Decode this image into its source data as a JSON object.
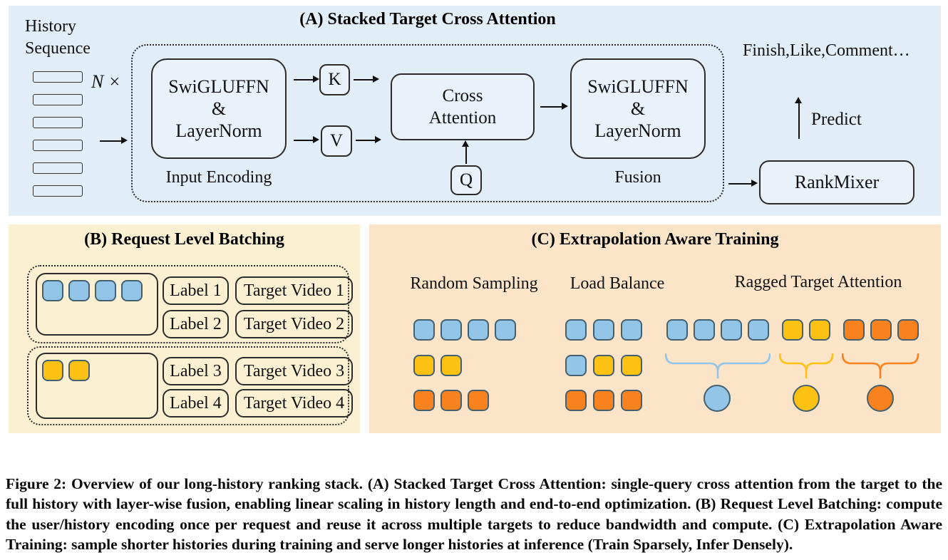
{
  "colors": {
    "blue": "#92c5e8",
    "yellow": "#fdc113",
    "orange": "#f8821e",
    "token_border": "#44606f",
    "box_border": "#2b2b2b",
    "panel_a_bg": "#e1edf7",
    "panel_a_box": "#e9f2fb",
    "panel_b_bg": "#fbf1d2",
    "panel_c_bg": "#fce4c8"
  },
  "panel_a": {
    "title": "(A) Stacked Target Cross Attention",
    "history_label_line1": "History",
    "history_label_line2": "Sequence",
    "n_label": "N ×",
    "input_encoder": {
      "line1": "SwiGLUFFN",
      "line2": "&",
      "line3": "LayerNorm",
      "caption": "Input Encoding"
    },
    "k_label": "K",
    "v_label": "V",
    "q_label": "Q",
    "cross_attention": {
      "line1": "Cross",
      "line2": "Attention"
    },
    "fusion_encoder": {
      "line1": "SwiGLUFFN",
      "line2": "&",
      "line3": "LayerNorm",
      "caption": "Fusion"
    },
    "rankmixer_label": "RankMixer",
    "predict_label": "Predict",
    "outputs_label": "Finish,Like,Comment…"
  },
  "panel_b": {
    "title": "(B) Request Level Batching",
    "groups": [
      {
        "tokens": [
          "blue",
          "blue",
          "blue",
          "blue"
        ],
        "labels": [
          "Label 1",
          "Label 2"
        ],
        "targets": [
          "Target Video 1",
          "Target Video 2"
        ]
      },
      {
        "tokens": [
          "yellow",
          "yellow"
        ],
        "labels": [
          "Label 3",
          "Label 4"
        ],
        "targets": [
          "Target Video 3",
          "Target Video 4"
        ]
      }
    ]
  },
  "panel_c": {
    "title": "(C) Extrapolation Aware Training",
    "random_sampling": {
      "label": "Random Sampling",
      "rows": [
        [
          "blue",
          "blue",
          "blue",
          "blue"
        ],
        [
          "yellow",
          "yellow"
        ],
        [
          "orange",
          "orange",
          "orange"
        ]
      ]
    },
    "load_balance": {
      "label": "Load Balance",
      "rows": [
        [
          "blue",
          "blue",
          "blue"
        ],
        [
          "blue",
          "yellow",
          "yellow"
        ],
        [
          "orange",
          "orange",
          "orange"
        ]
      ]
    },
    "ragged": {
      "label": "Ragged Target Attention",
      "token_groups": [
        [
          "blue",
          "blue",
          "blue",
          "blue"
        ],
        [
          "yellow",
          "yellow"
        ],
        [
          "orange",
          "orange",
          "orange"
        ]
      ]
    }
  },
  "caption": "Figure 2: Overview of our long-history ranking stack. (A) Stacked Target Cross Attention: single-query cross attention from the target to the full history with layer-wise fusion, enabling linear scaling in history length and end-to-end optimization. (B) Request Level Batching: compute the user/history encoding once per request and reuse it across multiple targets to reduce bandwidth and compute. (C) Extrapolation Aware Training: sample shorter histories during training and serve longer histories at inference (Train Sparsely, Infer Densely)."
}
